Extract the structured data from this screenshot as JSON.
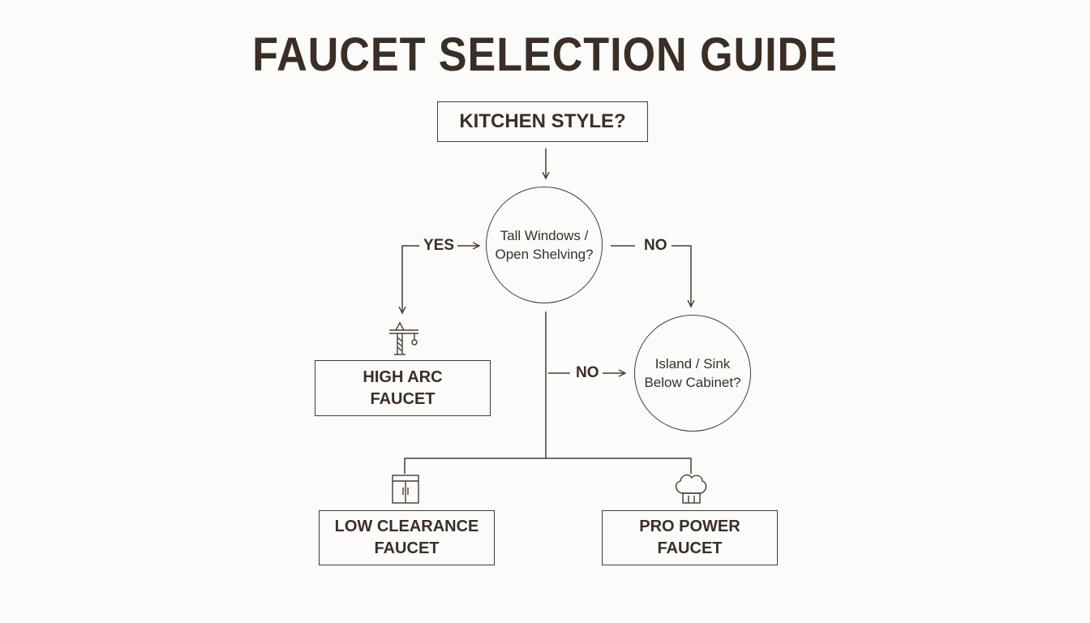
{
  "title": "FAUCET SELECTION GUIDE",
  "nodes": {
    "start": {
      "label": "KITCHEN STYLE?"
    },
    "q1": {
      "line1": "Tall Windows /",
      "line2": "Open Shelving?"
    },
    "q2": {
      "line1": "Island / Sink",
      "line2": "Below Cabinet?"
    },
    "high_arc": {
      "line1": "HIGH ARC",
      "line2": "FAUCET",
      "icon": "crane-icon"
    },
    "low_clearance": {
      "line1": "LOW CLEARANCE",
      "line2": "FAUCET",
      "icon": "cabinet-icon"
    },
    "pro_power": {
      "line1": "PRO POWER",
      "line2": "FAUCET",
      "icon": "chef-hat-icon"
    }
  },
  "edges": {
    "yes_label": "YES",
    "no_right_label": "NO",
    "no_down_label": "NO"
  },
  "colors": {
    "ink": "#3b2e25",
    "stroke": "#4a3b30",
    "background": "#fbfbfa"
  }
}
